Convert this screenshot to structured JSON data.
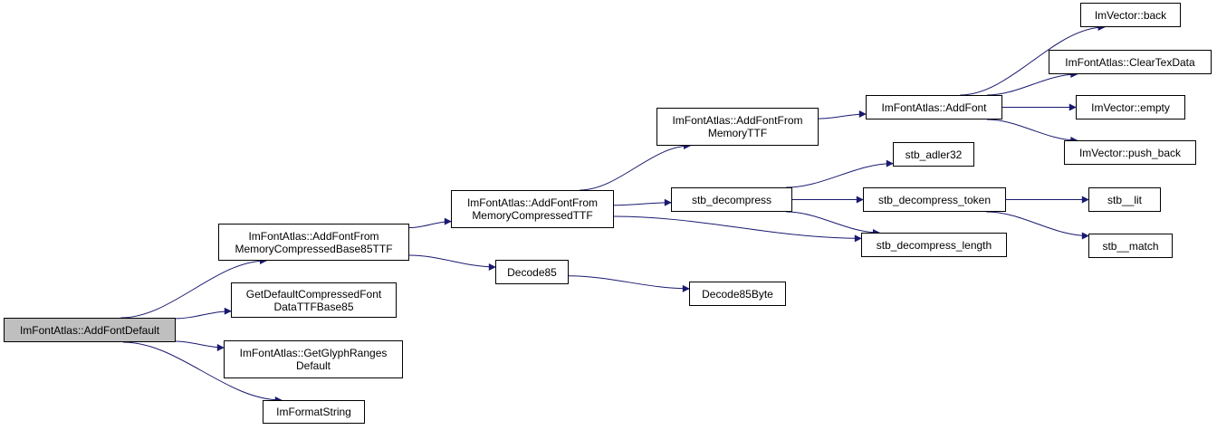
{
  "colors": {
    "edge": "#191970",
    "root_fill": "#bfbfbf",
    "node_fill": "#ffffff",
    "border": "#000000"
  },
  "nodes": {
    "root": "ImFontAtlas::AddFontDefault",
    "add_font_from_memory_compressed_base85_ttf": "ImFontAtlas::AddFontFrom\nMemoryCompressedBase85TTF",
    "get_default_compressed_font_data": "GetDefaultCompressedFont\nDataTTFBase85",
    "get_glyph_ranges_default": "ImFontAtlas::GetGlyphRanges\nDefault",
    "im_format_string": "ImFormatString",
    "add_font_from_memory_compressed_ttf": "ImFontAtlas::AddFontFrom\nMemoryCompressedTTF",
    "decode85": "Decode85",
    "decode85_byte": "Decode85Byte",
    "add_font_from_memory_ttf": "ImFontAtlas::AddFontFrom\nMemoryTTF",
    "stb_decompress": "stb_decompress",
    "add_font": "ImFontAtlas::AddFont",
    "stb_adler32": "stb_adler32",
    "stb_decompress_token": "stb_decompress_token",
    "stb_decompress_length": "stb_decompress_length",
    "im_vector_back": "ImVector::back",
    "clear_tex_data": "ImFontAtlas::ClearTexData",
    "im_vector_empty": "ImVector::empty",
    "im_vector_push_back": "ImVector::push_back",
    "stb_lit": "stb__lit",
    "stb_match": "stb__match"
  },
  "edges": [
    [
      "root",
      "add_font_from_memory_compressed_base85_ttf"
    ],
    [
      "root",
      "get_default_compressed_font_data"
    ],
    [
      "root",
      "get_glyph_ranges_default"
    ],
    [
      "root",
      "im_format_string"
    ],
    [
      "add_font_from_memory_compressed_base85_ttf",
      "add_font_from_memory_compressed_ttf"
    ],
    [
      "add_font_from_memory_compressed_base85_ttf",
      "decode85"
    ],
    [
      "decode85",
      "decode85_byte"
    ],
    [
      "add_font_from_memory_compressed_ttf",
      "add_font_from_memory_ttf"
    ],
    [
      "add_font_from_memory_compressed_ttf",
      "stb_decompress"
    ],
    [
      "add_font_from_memory_compressed_ttf",
      "stb_decompress_length"
    ],
    [
      "add_font_from_memory_ttf",
      "add_font"
    ],
    [
      "add_font",
      "im_vector_back"
    ],
    [
      "add_font",
      "clear_tex_data"
    ],
    [
      "add_font",
      "im_vector_empty"
    ],
    [
      "add_font",
      "im_vector_push_back"
    ],
    [
      "stb_decompress",
      "stb_adler32"
    ],
    [
      "stb_decompress",
      "stb_decompress_token"
    ],
    [
      "stb_decompress",
      "stb_decompress_length"
    ],
    [
      "stb_decompress_token",
      "stb_lit"
    ],
    [
      "stb_decompress_token",
      "stb_match"
    ]
  ]
}
